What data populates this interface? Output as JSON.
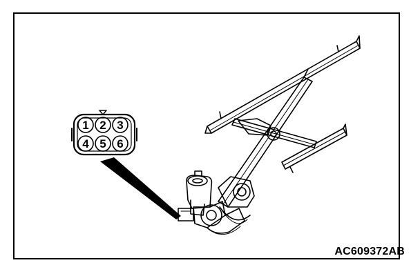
{
  "figure_id": "AC609372AB",
  "connector": {
    "pins": [
      "1",
      "2",
      "3",
      "4",
      "5",
      "6"
    ]
  },
  "colors": {
    "line": "#000000",
    "background": "#ffffff"
  }
}
